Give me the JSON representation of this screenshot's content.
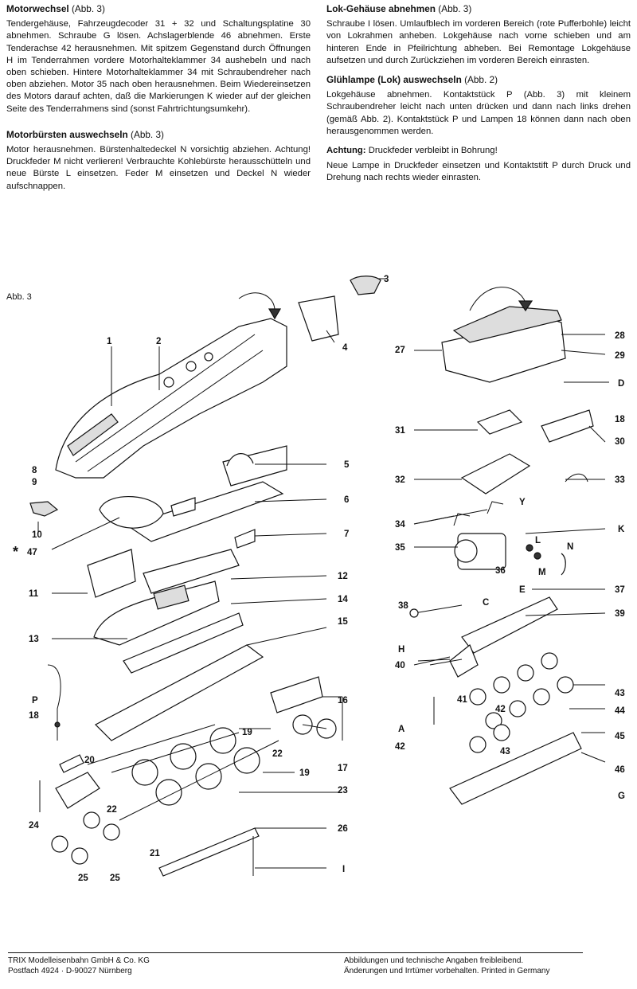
{
  "left": {
    "s1_title": "Motorwechsel",
    "s1_ref": "(Abb. 3)",
    "s1_text": "Tendergehäuse, Fahrzeugdecoder 31 + 32 und Schaltungsplatine 30 abnehmen. Schraube G lösen. Achslagerblende 46 abnehmen. Erste Tenderachse 42 herausnehmen. Mit spitzem Gegenstand durch Öffnungen H im Tenderrahmen vordere Motorhalteklammer 34 aushebeln und nach oben schieben. Hintere Motorhalteklammer 34 mit Schraubendreher nach oben abziehen. Motor 35 nach oben herausnehmen. Beim Wiedereinsetzen des Motors darauf achten, daß die Markierungen K wieder auf der gleichen Seite des Tenderrahmens sind (sonst Fahrtrichtungsumkehr).",
    "s2_title": "Motorbürsten auswechseln",
    "s2_ref": "(Abb. 3)",
    "s2_text": "Motor herausnehmen. Bürstenhaltedeckel N vorsichtig abziehen. Achtung! Druckfeder M nicht verlieren! Verbrauchte Kohlebürste herausschütteln und neue Bürste L einsetzen. Feder M einsetzen und Deckel N wieder aufschnappen."
  },
  "right": {
    "s1_title": "Lok-Gehäuse abnehmen",
    "s1_ref": "(Abb. 3)",
    "s1_text": "Schraube I lösen. Umlaufblech im vorderen Bereich (rote Pufferbohle) leicht von Lokrahmen anheben. Lokgehäuse nach vorne schieben und am hinteren Ende in Pfeilrichtung abheben. Bei Remontage Lokgehäuse aufsetzen und durch Zurückziehen im vorderen Bereich einrasten.",
    "s2_title": "Glühlampe (Lok) auswechseln",
    "s2_ref": "(Abb. 2)",
    "s2_text": "Lokgehäuse abnehmen. Kontaktstück P (Abb. 3) mit kleinem Schraubendreher leicht nach unten drücken und dann nach links drehen (gemäß Abb. 2). Kontaktstück P und Lampen 18 können dann nach oben herausgenommen werden.",
    "warn_label": "Achtung:",
    "warn_text": "Druckfeder verbleibt in Bohrung!",
    "s3_text": "Neue Lampe in Druckfeder einsetzen und Kontaktstift P durch Druck und Drehung nach rechts wieder einrasten."
  },
  "figure": {
    "label": "Abb. 3",
    "callouts": {
      "c1": "1",
      "c2": "2",
      "c3": "3",
      "c4": "4",
      "c5": "5",
      "c6": "6",
      "c7": "7",
      "c8": "8",
      "c9": "9",
      "c10": "10",
      "c47": "47",
      "c11": "11",
      "c12": "12",
      "c13": "13",
      "c14": "14",
      "c15": "15",
      "c16": "16",
      "c17": "17",
      "cP": "P",
      "c18a": "18",
      "c19a": "19",
      "c19b": "19",
      "c20": "20",
      "c22a": "22",
      "c22b": "22",
      "c23": "23",
      "c24": "24",
      "c21": "21",
      "c26": "26",
      "cI": "I",
      "c25a": "25",
      "c25b": "25",
      "c27": "27",
      "c28": "28",
      "c29": "29",
      "cD": "D",
      "c18b": "18",
      "c30": "30",
      "c31": "31",
      "c32": "32",
      "c33": "33",
      "cY": "Y",
      "c34": "34",
      "cK": "K",
      "c35": "35",
      "cL": "L",
      "cN": "N",
      "c36": "36",
      "cM": "M",
      "cE": "E",
      "c37": "37",
      "c38": "38",
      "cC": "C",
      "c39": "39",
      "cH": "H",
      "c40": "40",
      "c41": "41",
      "c42a": "42",
      "c43a": "43",
      "c44": "44",
      "cA": "A",
      "c42b": "42",
      "c43b": "43",
      "c45": "45",
      "c46": "46",
      "cG": "G",
      "star": "*"
    }
  },
  "footer": {
    "company": "TRIX Modelleisenbahn GmbH & Co. KG",
    "address": "Postfach 4924 · D-90027 Nürnberg",
    "note1": "Abbildungen und technische Angaben freibleibend.",
    "note2": "Änderungen und Irrtümer vorbehalten. Printed in Germany"
  }
}
